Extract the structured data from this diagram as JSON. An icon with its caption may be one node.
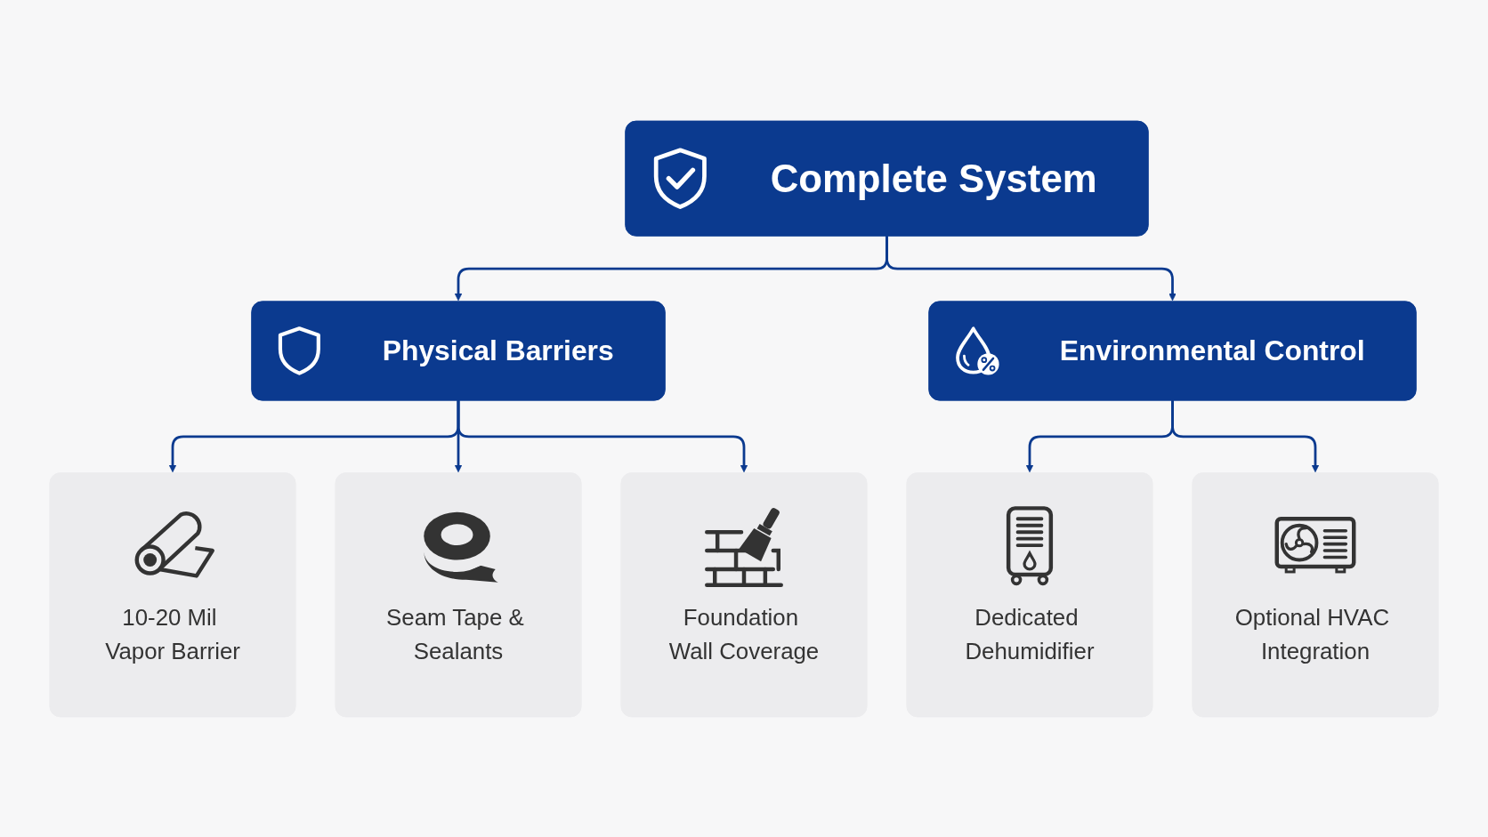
{
  "diagram": {
    "nodes": [
      {
        "text": [
          "Complete System"
        ]
      },
      {
        "text": [
          "Physical Barriers"
        ]
      },
      {
        "text": [
          "Environmental Control"
        ]
      },
      {
        "text": [
          "10-20 Mil Vapor Barrier"
        ]
      },
      {
        "text": [
          "Seam Tape & Sealants"
        ]
      },
      {
        "text": [
          "Foundation Wall Coverage"
        ]
      },
      {
        "text": [
          "Dedicated Dehumidifier"
        ]
      },
      {
        "text": [
          "Optional HVAC Integration"
        ]
      }
    ],
    "edges": [
      {
        "from": 0,
        "to": 1,
        "arrow": "to"
      },
      {
        "from": 0,
        "to": 2,
        "arrow": "to"
      },
      {
        "from": 1,
        "to": 3,
        "arrow": "to"
      },
      {
        "from": 1,
        "to": 4,
        "arrow": "to"
      },
      {
        "from": 1,
        "to": 5,
        "arrow": "to"
      },
      {
        "from": 2,
        "to": 6,
        "arrow": "to"
      },
      {
        "from": 2,
        "to": 7,
        "arrow": "to"
      }
    ]
  }
}
